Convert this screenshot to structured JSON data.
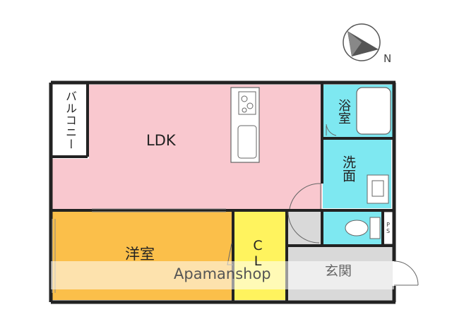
{
  "compass": {
    "direction_label": "N"
  },
  "rooms": {
    "balcony": "バルコニー",
    "ldk": "LDK",
    "bath": "浴室",
    "washroom": "洗面",
    "western_room": "洋室",
    "closet": "CL",
    "entrance": "玄関",
    "pipe_space": "PS"
  },
  "watermark": {
    "text": "Apamanshop"
  },
  "colors": {
    "ldk": "#f9c8cf",
    "western_room": "#fbbf4a",
    "closet": "#fff35e",
    "wet_area": "#7ee8f1",
    "entrance": "#d9d9d9",
    "balcony": "#ffffff",
    "wall": "#222222"
  }
}
